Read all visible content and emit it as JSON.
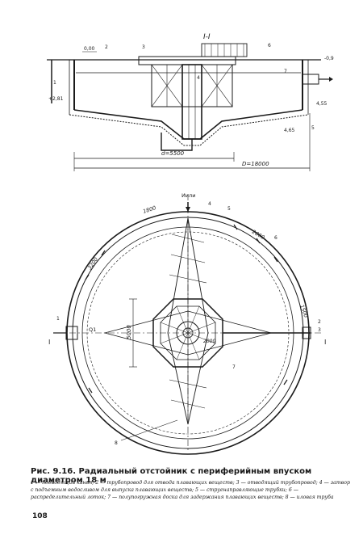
{
  "section": {
    "label": "I-I",
    "dim_inner": "d=5500",
    "dim_outer": "D=18000",
    "level_left": "0,00",
    "level_right": "-0,9",
    "depth_left": "+2,81",
    "depth_right": "4,55",
    "depth_bottom": "4,65",
    "callout_left": "1",
    "callout_right": "5",
    "callout_center": "4",
    "callout_a": "2",
    "callout_b": "3",
    "callout_c": "6",
    "callout_d": "7"
  },
  "plan": {
    "top_label": "Иили",
    "dim_1800": "1800",
    "dim_2000_top": "2000",
    "dim_3200": "3200",
    "dim_1500": "1500",
    "dim_5000": "5000",
    "dim_2000_mid": "2000",
    "flow_label": "Q1",
    "section_left": "I",
    "section_right": "I",
    "callouts": [
      "1",
      "2",
      "3",
      "4",
      "5",
      "6",
      "7",
      "8"
    ]
  },
  "caption": {
    "title": "Рис. 9.16. Радиальный отстойник с периферийным впуском диаметром 18 м",
    "legend": "1 — подводящий канал; 2 — трубопровод для отвода плавающих веществ; 3 — отводящий трубопровод; 4 — затвор с подъемным водосливом для выпуска плавающих веществ; 5 — струенаправляющие трубки; 6 — распределительный лоток; 7 — полупогружная доска для задержания плавающих веществ; 8 — иловая труба"
  },
  "page_number": "108"
}
